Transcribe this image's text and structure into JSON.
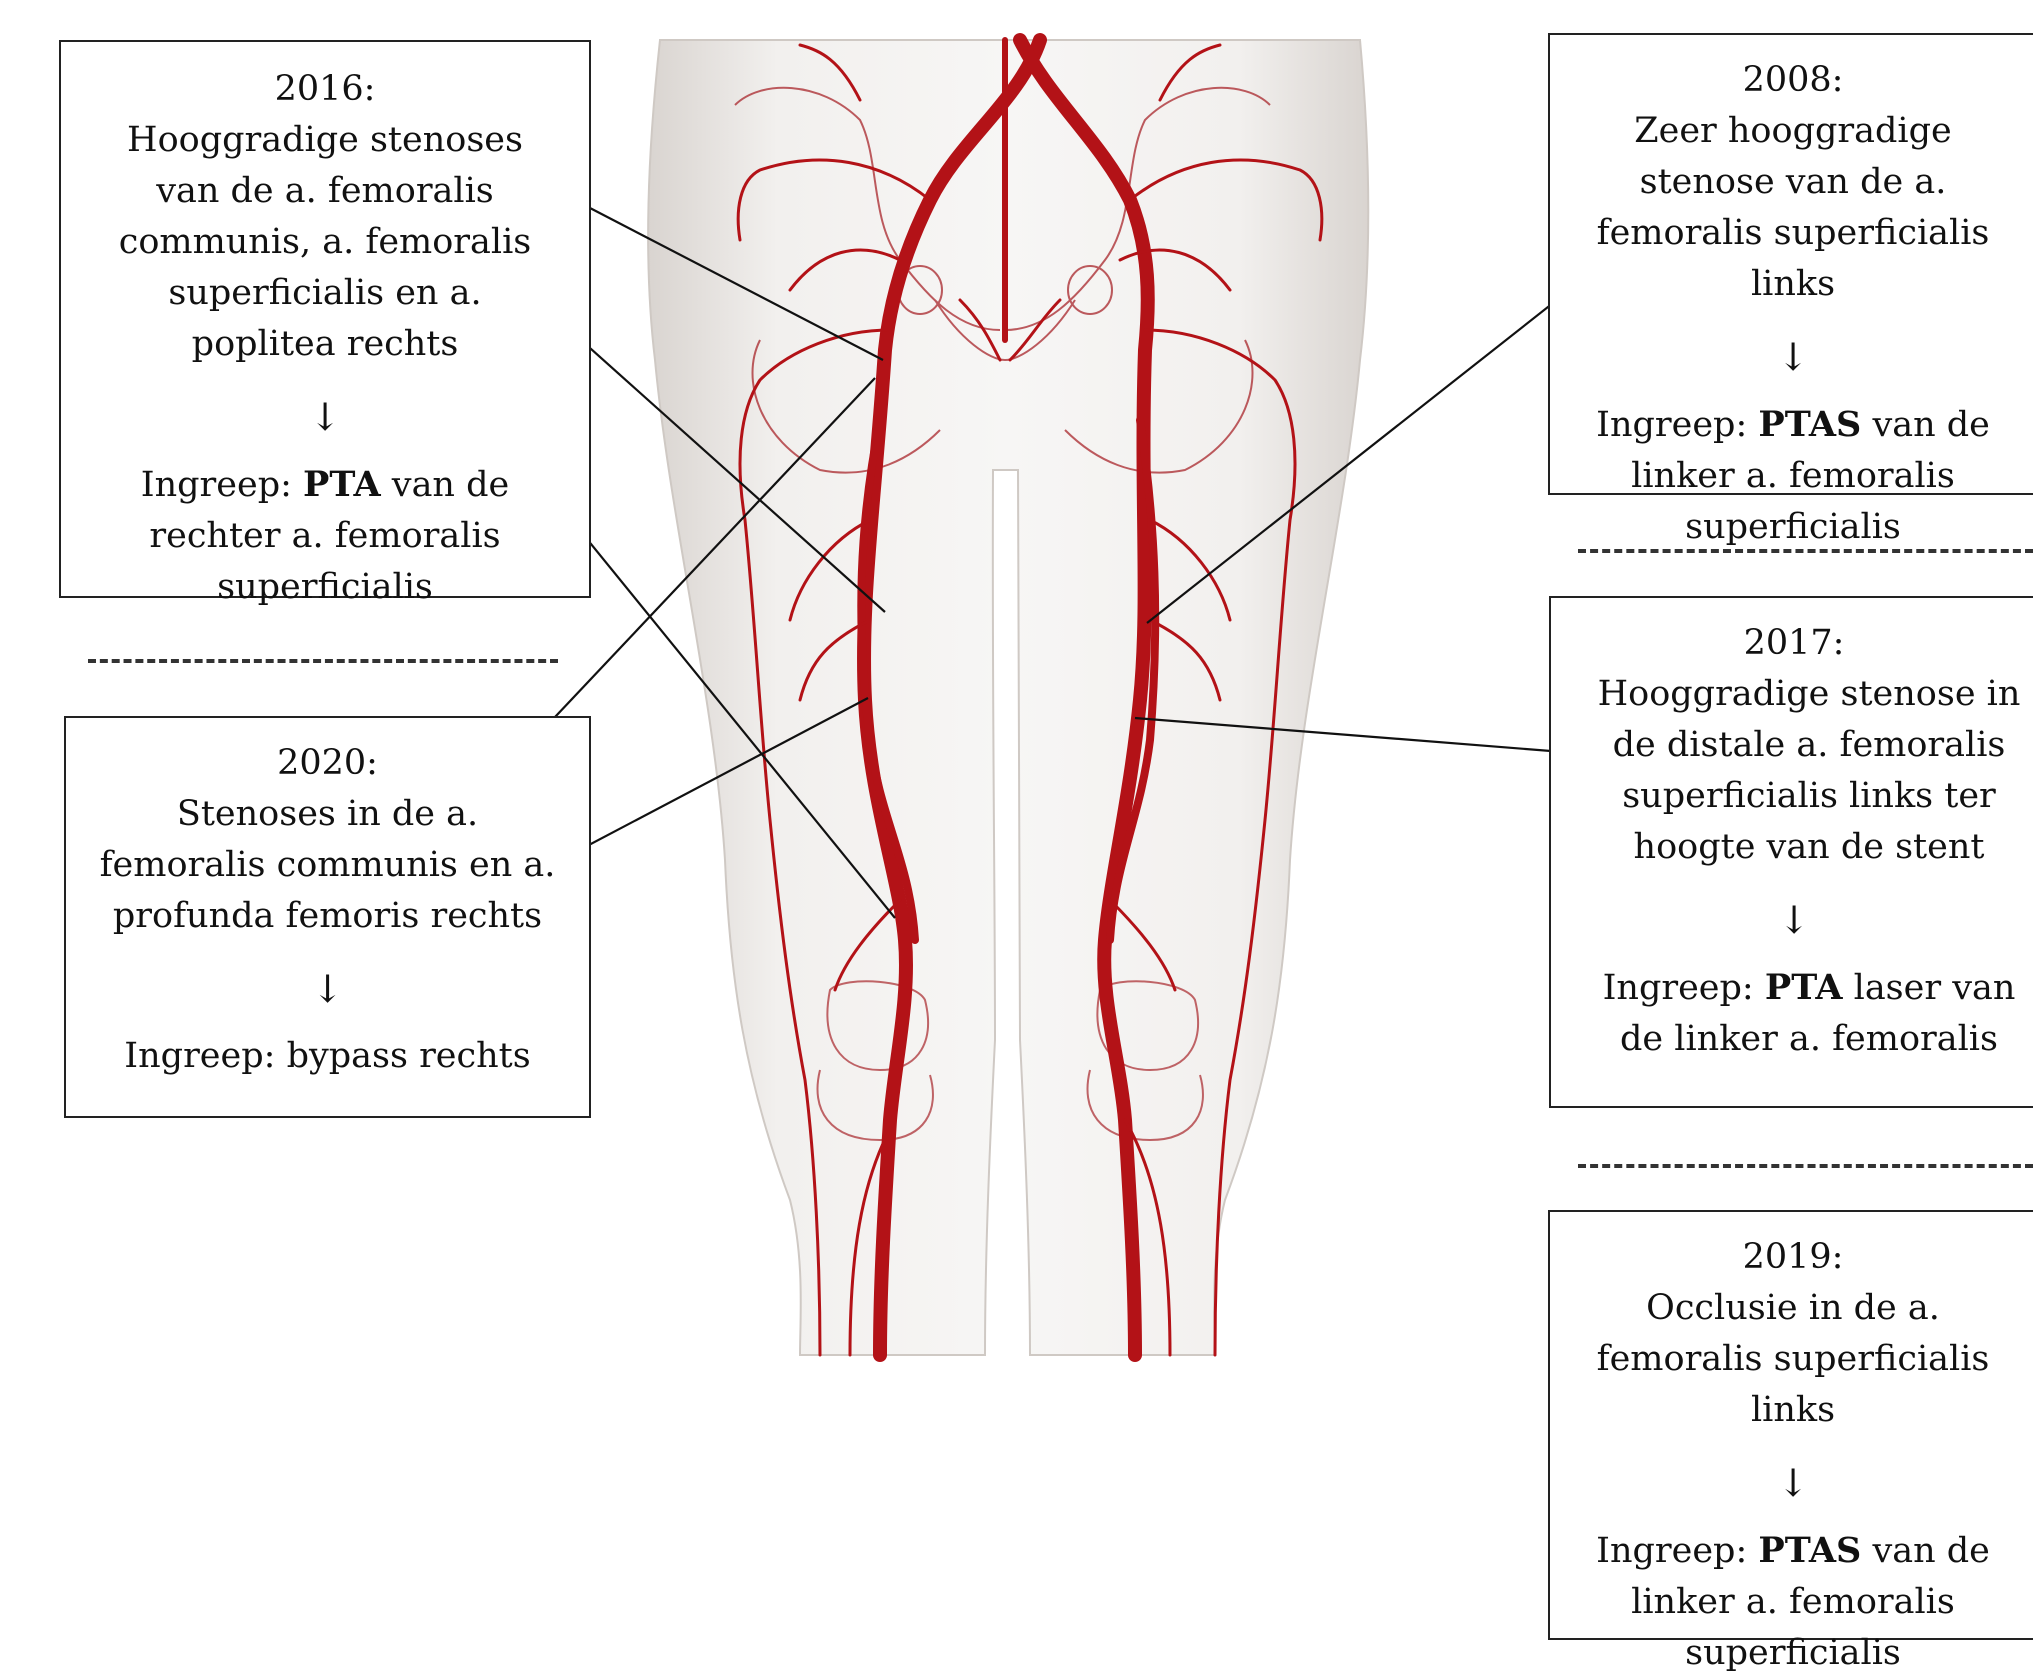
{
  "colors": {
    "artery": "#b31217",
    "artery_dark": "#8e0d12",
    "skin": "#ece9e6",
    "skin_edge": "#d6d1cd",
    "border": "#222222"
  },
  "boxes": {
    "b2016": {
      "year": "2016:",
      "diagnosis": "Hooggradige stenoses van de a. femoralis communis, a. femoralis superficialis en a. poplitea rechts",
      "arrow": "↓",
      "procedure_prefix": "Ingreep:",
      "procedure_bold": "PTA",
      "procedure_rest": "van de rechter a. femoralis superficialis"
    },
    "b2020": {
      "year": "2020:",
      "diagnosis": "Stenoses in de a. femoralis communis en a. profunda femoris rechts",
      "arrow": "↓",
      "procedure_prefix": "Ingreep:",
      "procedure_bold": "",
      "procedure_rest": "bypass rechts"
    },
    "b2008": {
      "year": "2008:",
      "diagnosis": "Zeer hooggradige stenose van de a. femoralis superficialis links",
      "arrow": "↓",
      "procedure_prefix": "Ingreep:",
      "procedure_bold": "PTAS",
      "procedure_rest": "van de linker a. femoralis superficialis"
    },
    "b2017": {
      "year": "2017:",
      "diagnosis": "Hooggradige stenose in de distale a. femoralis superficialis links ter hoogte van de stent",
      "arrow": "↓",
      "procedure_prefix": "Ingreep:",
      "procedure_bold": "PTA",
      "procedure_rest": "laser van de linker a. femoralis"
    },
    "b2019": {
      "year": "2019:",
      "diagnosis": "Occlusie in de a. femoralis superficialis links",
      "arrow": "↓",
      "procedure_prefix": "Ingreep:",
      "procedure_bold": "PTAS",
      "procedure_rest": "van de linker a. femoralis superficialis"
    }
  }
}
